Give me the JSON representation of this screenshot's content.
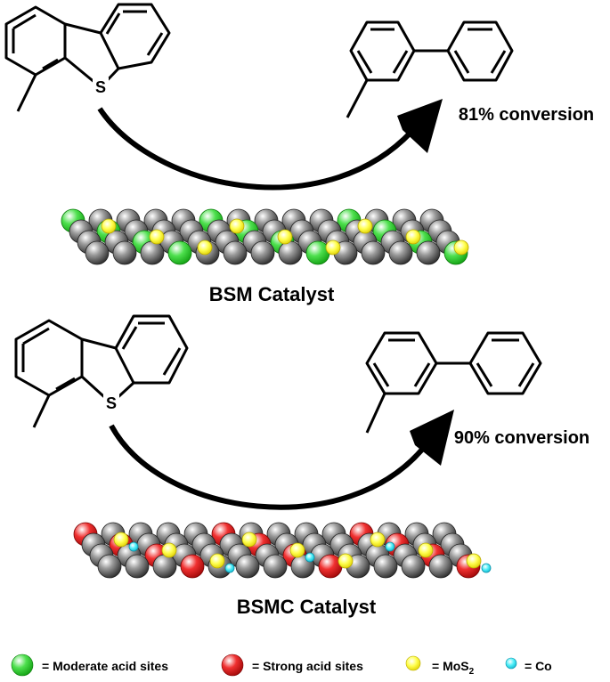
{
  "reactions": [
    {
      "reactant": {
        "heteroatom": "S"
      },
      "product": {},
      "conversion_label": "81% conversion",
      "catalyst_label": "BSM Catalyst",
      "acid_site_color": "#33d633"
    },
    {
      "reactant": {
        "heteroatom": "S"
      },
      "product": {},
      "conversion_label": "90% conversion",
      "catalyst_label": "BSMC Catalyst",
      "acid_site_color": "#e01a1a"
    }
  ],
  "legend": [
    {
      "color": "#33d633",
      "label": "= Moderate acid sites"
    },
    {
      "color": "#e01a1a",
      "label": "= Strong acid sites"
    },
    {
      "color": "#ffff33",
      "label_prefix": "= MoS",
      "label_sub": "2"
    },
    {
      "color": "#33e0f0",
      "label": "= Co"
    }
  ],
  "colors": {
    "support": "#5a5a5a",
    "mos2": "#ffff33",
    "co": "#33e0f0",
    "ink": "#000000"
  }
}
